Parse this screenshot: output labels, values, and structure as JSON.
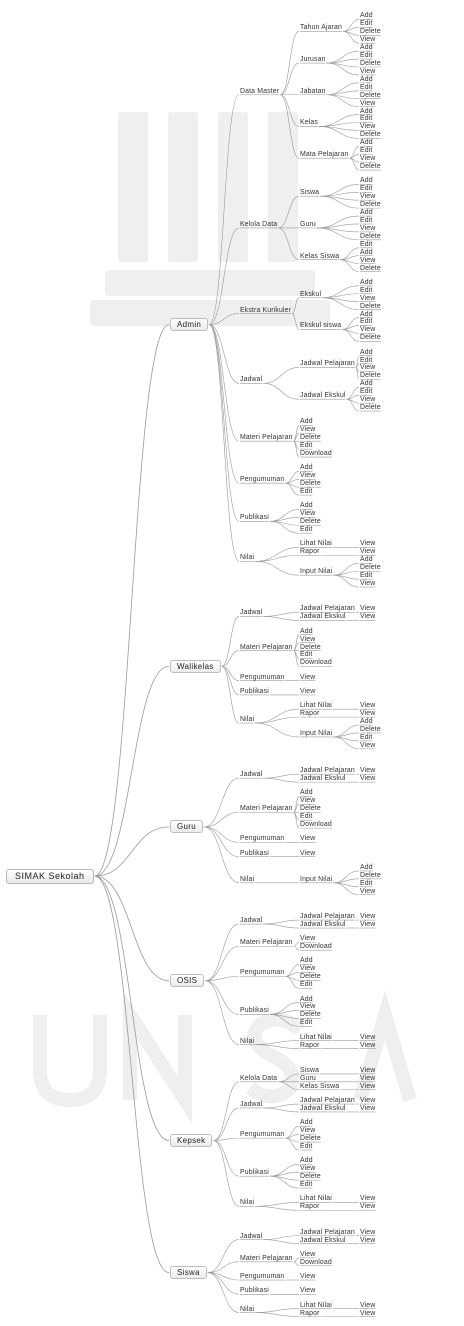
{
  "tree": {
    "label": "SIMAK Sekolah",
    "children": [
      {
        "label": "Admin",
        "children": [
          {
            "label": "Data Master",
            "children": [
              {
                "label": "Tahun Ajaran",
                "children": [
                  {
                    "label": "Add"
                  },
                  {
                    "label": "Edit"
                  },
                  {
                    "label": "Delete"
                  },
                  {
                    "label": "View"
                  }
                ]
              },
              {
                "label": "Jurusan",
                "children": [
                  {
                    "label": "Add"
                  },
                  {
                    "label": "Edit"
                  },
                  {
                    "label": "Delete"
                  },
                  {
                    "label": "View"
                  }
                ]
              },
              {
                "label": "Jabatan",
                "children": [
                  {
                    "label": "Add"
                  },
                  {
                    "label": "Edit"
                  },
                  {
                    "label": "Delete"
                  },
                  {
                    "label": "View"
                  }
                ]
              },
              {
                "label": "Kelas",
                "children": [
                  {
                    "label": "Add"
                  },
                  {
                    "label": "Edit"
                  },
                  {
                    "label": "View"
                  },
                  {
                    "label": "Delete"
                  }
                ]
              },
              {
                "label": "Mata Pelajaran",
                "children": [
                  {
                    "label": "Add"
                  },
                  {
                    "label": "Edit"
                  },
                  {
                    "label": "View"
                  },
                  {
                    "label": "Delete"
                  }
                ]
              }
            ]
          },
          {
            "label": "Kelola Data",
            "children": [
              {
                "label": "Siswa",
                "children": [
                  {
                    "label": "Add"
                  },
                  {
                    "label": "Edit"
                  },
                  {
                    "label": "View"
                  },
                  {
                    "label": "Delete"
                  }
                ]
              },
              {
                "label": "Guru",
                "children": [
                  {
                    "label": "Add"
                  },
                  {
                    "label": "Edit"
                  },
                  {
                    "label": "View"
                  },
                  {
                    "label": "Delete"
                  }
                ]
              },
              {
                "label": "Kelas Siswa",
                "children": [
                  {
                    "label": "Edit"
                  },
                  {
                    "label": "Add"
                  },
                  {
                    "label": "View"
                  },
                  {
                    "label": "Delete"
                  }
                ]
              }
            ]
          },
          {
            "label": "Ekstra Kurikuler",
            "children": [
              {
                "label": "Ekskul",
                "children": [
                  {
                    "label": "Add"
                  },
                  {
                    "label": "Edit"
                  },
                  {
                    "label": "View"
                  },
                  {
                    "label": "Delete"
                  }
                ]
              },
              {
                "label": "Ekskul siswa",
                "children": [
                  {
                    "label": "Add"
                  },
                  {
                    "label": "Edit"
                  },
                  {
                    "label": "View"
                  },
                  {
                    "label": "Delete"
                  }
                ]
              }
            ]
          },
          {
            "label": "Jadwal",
            "children": [
              {
                "label": "Jadwal Pelajaran",
                "children": [
                  {
                    "label": "Add"
                  },
                  {
                    "label": "Edit"
                  },
                  {
                    "label": "View"
                  },
                  {
                    "label": "Delete"
                  }
                ]
              },
              {
                "label": "Jadwal Ekskul",
                "children": [
                  {
                    "label": "Add"
                  },
                  {
                    "label": "Edit"
                  },
                  {
                    "label": "View"
                  },
                  {
                    "label": "Delete"
                  }
                ]
              }
            ]
          },
          {
            "label": "Materi Pelajaran",
            "children": [
              {
                "label": "Add"
              },
              {
                "label": "View"
              },
              {
                "label": "Delete"
              },
              {
                "label": "Edit"
              },
              {
                "label": "Download"
              }
            ]
          },
          {
            "label": "Pengumuman",
            "children": [
              {
                "label": "Add"
              },
              {
                "label": "View"
              },
              {
                "label": "Delete"
              },
              {
                "label": "Edit"
              }
            ]
          },
          {
            "label": "Publikasi",
            "children": [
              {
                "label": "Add"
              },
              {
                "label": "View"
              },
              {
                "label": "Delete"
              },
              {
                "label": "Edit"
              }
            ]
          },
          {
            "label": "Nilai",
            "children": [
              {
                "label": "Lihat Nilai",
                "children": [
                  {
                    "label": "View"
                  }
                ]
              },
              {
                "label": "Rapor",
                "children": [
                  {
                    "label": "View"
                  }
                ]
              },
              {
                "label": "Input Nilai",
                "children": [
                  {
                    "label": "Add"
                  },
                  {
                    "label": "Delete"
                  },
                  {
                    "label": "Edit"
                  },
                  {
                    "label": "View"
                  }
                ]
              }
            ]
          }
        ]
      },
      {
        "label": "Walikelas",
        "children": [
          {
            "label": "Jadwal",
            "children": [
              {
                "label": "Jadwal Pelajaran",
                "children": [
                  {
                    "label": "View"
                  }
                ]
              },
              {
                "label": "Jadwal Ekskul",
                "children": [
                  {
                    "label": "View"
                  }
                ]
              }
            ]
          },
          {
            "label": "Materi Pelajaran",
            "children": [
              {
                "label": "Add"
              },
              {
                "label": "View"
              },
              {
                "label": "Delete"
              },
              {
                "label": "Edit"
              },
              {
                "label": "Download"
              }
            ]
          },
          {
            "label": "Pengumuman",
            "children": [
              {
                "label": "View"
              }
            ]
          },
          {
            "label": "Publikasi",
            "children": [
              {
                "label": "View"
              }
            ]
          },
          {
            "label": "Nilai",
            "children": [
              {
                "label": "Lihat Nilai",
                "children": [
                  {
                    "label": "View"
                  }
                ]
              },
              {
                "label": "Rapor",
                "children": [
                  {
                    "label": "View"
                  }
                ]
              },
              {
                "label": "Input Nilai",
                "children": [
                  {
                    "label": "Add"
                  },
                  {
                    "label": "Delete"
                  },
                  {
                    "label": "Edit"
                  },
                  {
                    "label": "View"
                  }
                ]
              }
            ]
          }
        ]
      },
      {
        "label": "Guru",
        "children": [
          {
            "label": "Jadwal",
            "children": [
              {
                "label": "Jadwal Pelajaran",
                "children": [
                  {
                    "label": "View"
                  }
                ]
              },
              {
                "label": "Jadwal Ekskul",
                "children": [
                  {
                    "label": "View"
                  }
                ]
              }
            ]
          },
          {
            "label": "Materi Pelajaran",
            "children": [
              {
                "label": "Add"
              },
              {
                "label": "View"
              },
              {
                "label": "Delete"
              },
              {
                "label": "Edit"
              },
              {
                "label": "Download"
              }
            ]
          },
          {
            "label": "Pengumuman",
            "children": [
              {
                "label": "View"
              }
            ]
          },
          {
            "label": "Publikasi",
            "children": [
              {
                "label": "View"
              }
            ]
          },
          {
            "label": "Nilai",
            "children": [
              {
                "label": "Input Nilai",
                "children": [
                  {
                    "label": "Add"
                  },
                  {
                    "label": "Delete"
                  },
                  {
                    "label": "Edit"
                  },
                  {
                    "label": "View"
                  }
                ]
              }
            ]
          }
        ]
      },
      {
        "label": "OSIS",
        "children": [
          {
            "label": "Jadwal",
            "children": [
              {
                "label": "Jadwal Pelajaran",
                "children": [
                  {
                    "label": "View"
                  }
                ]
              },
              {
                "label": "Jadwal Ekskul",
                "children": [
                  {
                    "label": "View"
                  }
                ]
              }
            ]
          },
          {
            "label": "Materi Pelajaran",
            "children": [
              {
                "label": "View"
              },
              {
                "label": "Download"
              }
            ]
          },
          {
            "label": "Pengumuman",
            "children": [
              {
                "label": "Add"
              },
              {
                "label": "View"
              },
              {
                "label": "Delete"
              },
              {
                "label": "Edit"
              }
            ]
          },
          {
            "label": "Publikasi",
            "children": [
              {
                "label": "Add"
              },
              {
                "label": "View"
              },
              {
                "label": "Delete"
              },
              {
                "label": "Edit"
              }
            ]
          },
          {
            "label": "Nilai",
            "children": [
              {
                "label": "Lihat Nilai",
                "children": [
                  {
                    "label": "View"
                  }
                ]
              },
              {
                "label": "Rapor",
                "children": [
                  {
                    "label": "View"
                  }
                ]
              }
            ]
          }
        ]
      },
      {
        "label": "Kepsek",
        "children": [
          {
            "label": "Kelola Data",
            "children": [
              {
                "label": "Siswa",
                "children": [
                  {
                    "label": "View"
                  }
                ]
              },
              {
                "label": "Guru",
                "children": [
                  {
                    "label": "View"
                  }
                ]
              },
              {
                "label": "Kelas Siswa",
                "children": [
                  {
                    "label": "View"
                  }
                ]
              }
            ]
          },
          {
            "label": "Jadwal",
            "children": [
              {
                "label": "Jadwal Pelajaran",
                "children": [
                  {
                    "label": "View"
                  }
                ]
              },
              {
                "label": "Jadwal Ekskul",
                "children": [
                  {
                    "label": "View"
                  }
                ]
              }
            ]
          },
          {
            "label": "Pengumuman",
            "children": [
              {
                "label": "Add"
              },
              {
                "label": "View"
              },
              {
                "label": "Delete"
              },
              {
                "label": "Edit"
              }
            ]
          },
          {
            "label": "Publikasi",
            "children": [
              {
                "label": "Add"
              },
              {
                "label": "View"
              },
              {
                "label": "Delete"
              },
              {
                "label": "Edit"
              }
            ]
          },
          {
            "label": "Nilai",
            "children": [
              {
                "label": "Lihat Nilai",
                "children": [
                  {
                    "label": "View"
                  }
                ]
              },
              {
                "label": "Rapor",
                "children": [
                  {
                    "label": "View"
                  }
                ]
              }
            ]
          }
        ]
      },
      {
        "label": "Siswa",
        "children": [
          {
            "label": "Jadwal",
            "children": [
              {
                "label": "Jadwal Pelajaran",
                "children": [
                  {
                    "label": "View"
                  }
                ]
              },
              {
                "label": "Jadwal Ekskul",
                "children": [
                  {
                    "label": "View"
                  }
                ]
              }
            ]
          },
          {
            "label": "Materi Pelajaran",
            "children": [
              {
                "label": "View"
              },
              {
                "label": "Download"
              }
            ]
          },
          {
            "label": "Pengumuman",
            "children": [
              {
                "label": "View"
              }
            ]
          },
          {
            "label": "Publikasi",
            "children": [
              {
                "label": "View"
              }
            ]
          },
          {
            "label": "Nilai",
            "children": [
              {
                "label": "Lihat Nilai",
                "children": [
                  {
                    "label": "View"
                  }
                ]
              },
              {
                "label": "Rapor",
                "children": [
                  {
                    "label": "View"
                  }
                ]
              }
            ]
          }
        ]
      }
    ]
  },
  "colors": {
    "line": "#9a9a9a",
    "text": "#333333",
    "watermark": "#ebebeb",
    "box_border": "#b9b9b9"
  }
}
